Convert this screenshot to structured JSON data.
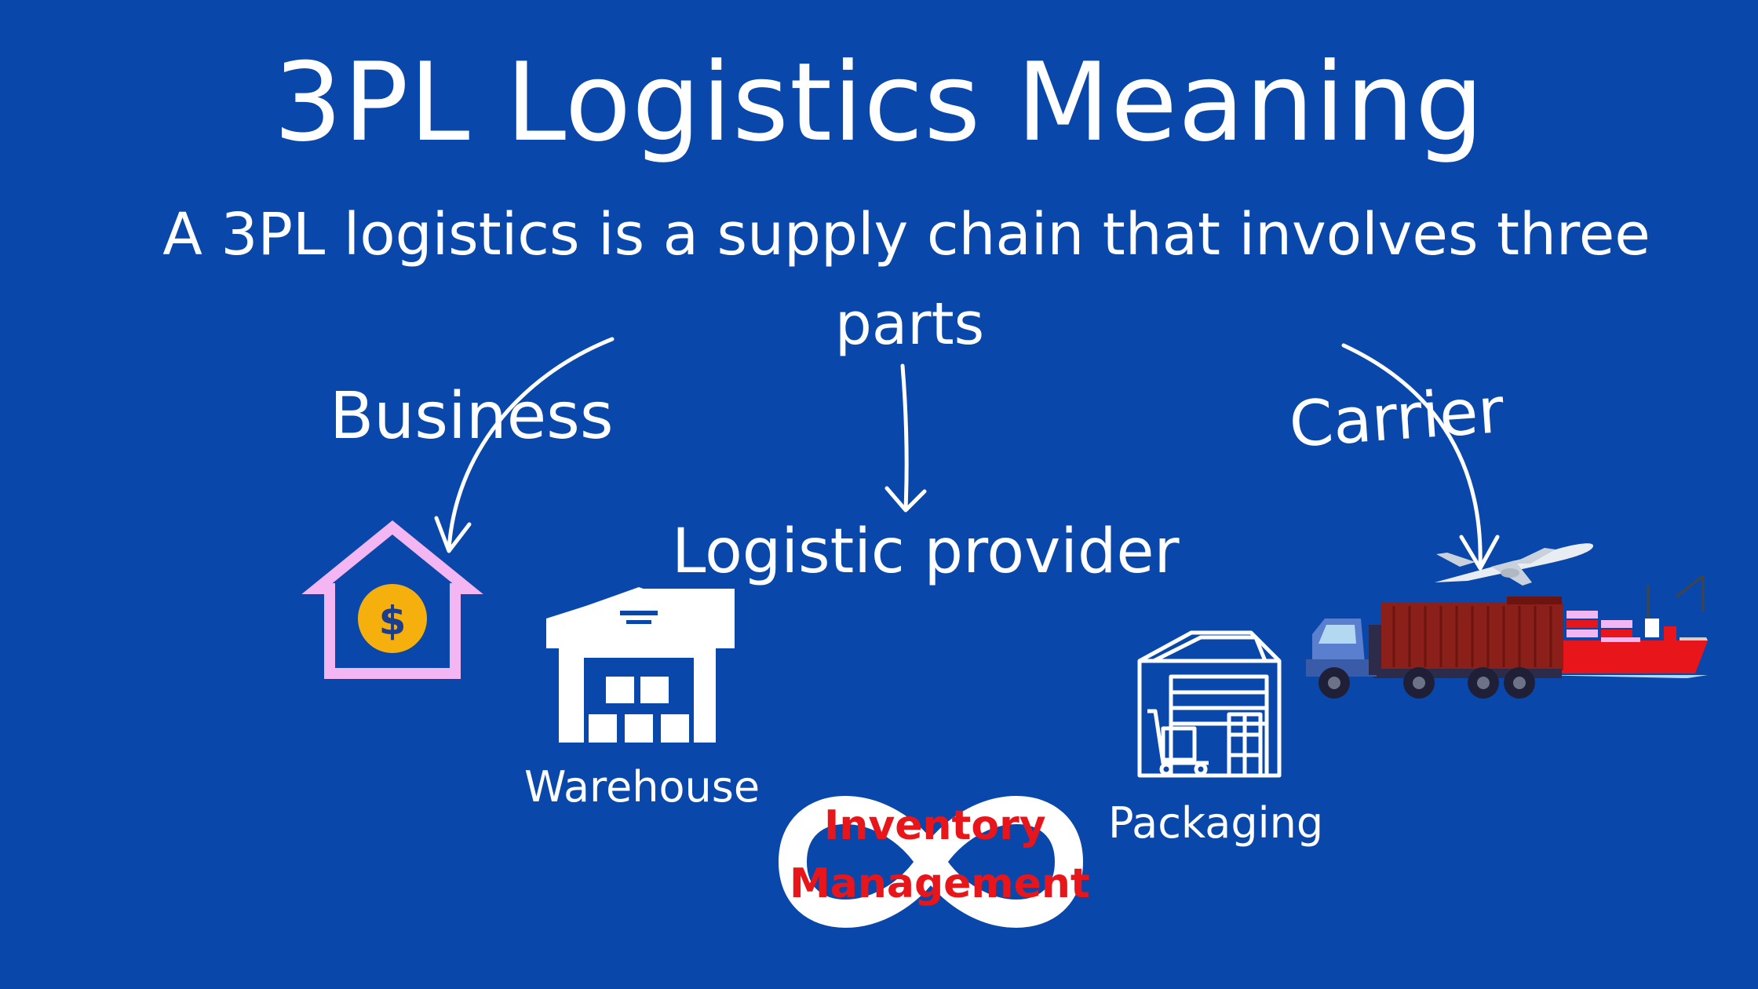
{
  "title": "3PL Logistics Meaning",
  "subtitle_line1": "A 3PL logistics is a supply chain that involves three",
  "subtitle_line2": "parts",
  "parts": {
    "business": "Business",
    "logistic_provider": "Logistic provider",
    "carrier": "Carrier"
  },
  "services": {
    "warehouse": "Warehouse",
    "packaging": "Packaging",
    "inventory_line1": "Inventory",
    "inventory_line2": "Management"
  },
  "icons": [
    "house-dollar-icon",
    "warehouse-icon",
    "infinity-icon",
    "packaging-warehouse-icon",
    "airplane-icon",
    "truck-icon",
    "container-ship-icon"
  ],
  "colors": {
    "background": "#0a47ab",
    "text": "#ffffff",
    "house_outline": "#f4b6f2",
    "coin": "#f5b00e",
    "inventory_text": "#e8161b",
    "container": "#8b1f1a",
    "ship_hull": "#e8161b",
    "truck_cab": "#5a7fcf"
  }
}
